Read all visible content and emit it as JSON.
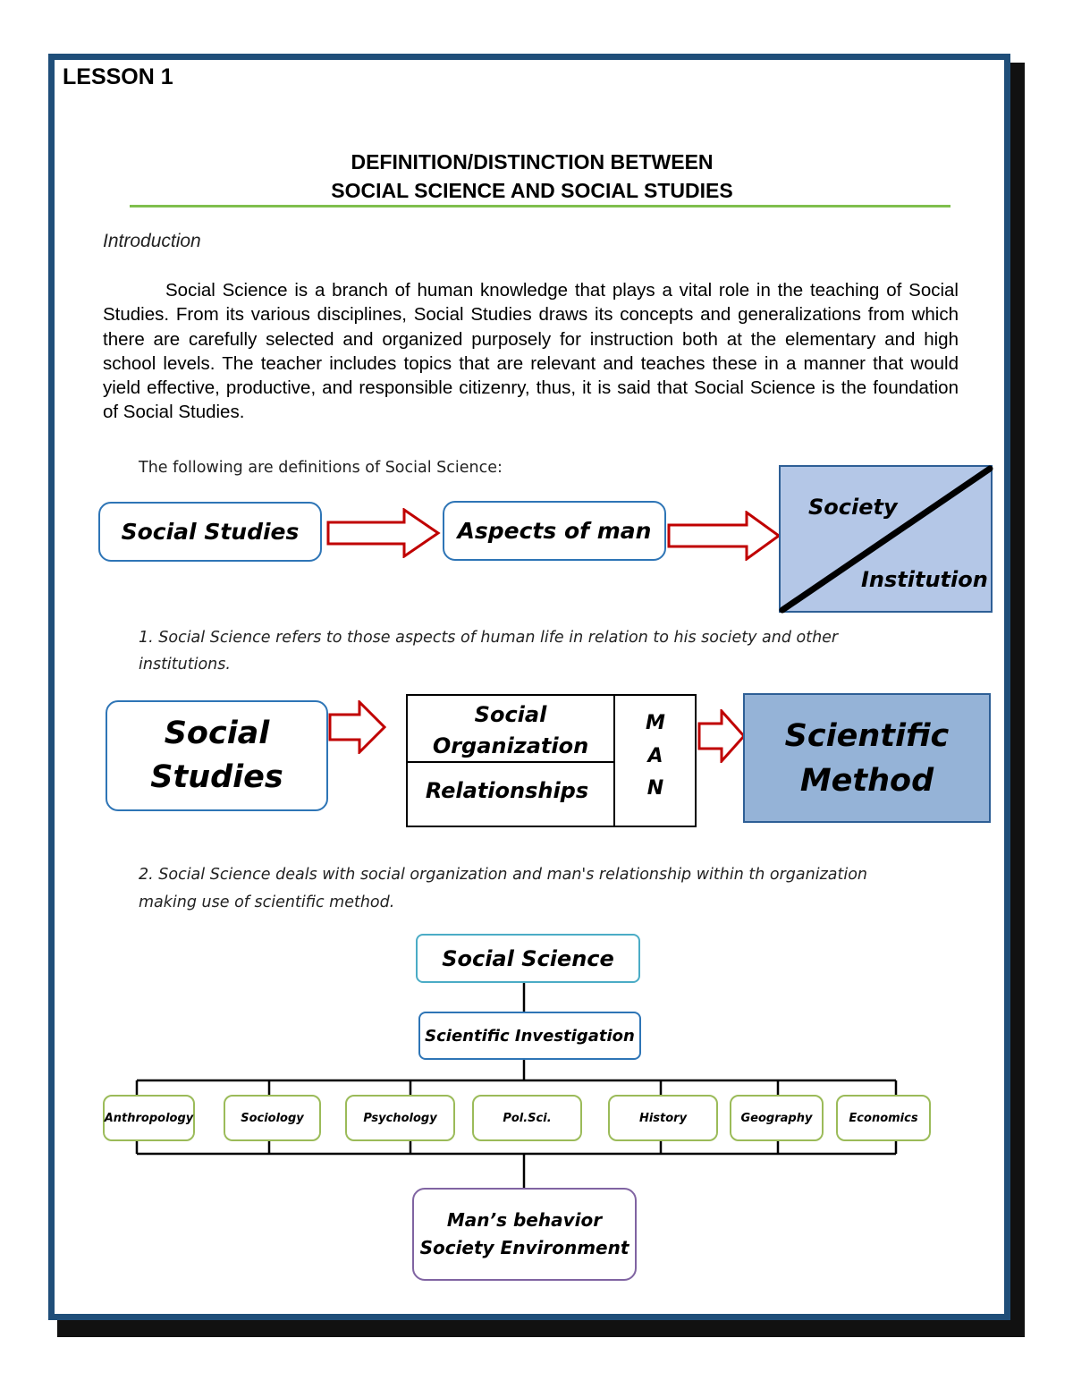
{
  "lesson": "LESSON 1",
  "title_line1": "DEFINITION/DISTINCTION BETWEEN",
  "title_line2": "SOCIAL SCIENCE AND SOCIAL STUDIES",
  "intro_heading": "Introduction",
  "intro_text": "Social Science is a branch of human knowledge that plays a vital role in the teaching of Social Studies. From its various disciplines, Social Studies draws its concepts and generalizations from which there are carefully selected and organized purposely for instruction both at the elementary and high school levels. The teacher includes topics that are relevant and teaches these in a manner that would yield effective, productive, and responsible citizenry, thus, it is said that Social Science is the foundation of Social Studies.",
  "definitions_caption": "The following are definitions of Social Science:",
  "diagram1": {
    "box1": "Social Studies",
    "box2": "Aspects of man",
    "society": "Society",
    "institution": "Institution"
  },
  "definition1": "1. Social Science refers to those aspects of human life in relation to his society and other institutions.",
  "diagram2": {
    "social": "Social",
    "studies": "Studies",
    "cell_top_1": "Social",
    "cell_top_2": "Organization",
    "cell_bottom": "Relationships",
    "man_m": "M",
    "man_a": "A",
    "man_n": "N",
    "scientific": "Scientific",
    "method": "Method"
  },
  "definition2_line1": "2. Social Science deals with social organization and man's relationship within th organization",
  "definition2_line2": "making use of scientific method.",
  "diagram3": {
    "root": "Social Science",
    "investigation": "Scientific Investigation",
    "disciplines": [
      "Anthropology",
      "Sociology",
      "Psychology",
      "Pol.Sci.",
      "History",
      "Geography",
      "Economics"
    ],
    "result_line1": "Man’s behavior",
    "result_line2": "Society Environment"
  },
  "colors": {
    "frame": "#1f4e79",
    "title_rule": "#7fbf4d",
    "box_blue_border": "#2e75b6",
    "box_fill_light": "#b4c7e7",
    "box_fill_dark": "#95b3d7",
    "arrow": "#c00000",
    "root_border": "#4bacc6",
    "discipline_border": "#9bbb59",
    "result_border": "#8064a2"
  }
}
